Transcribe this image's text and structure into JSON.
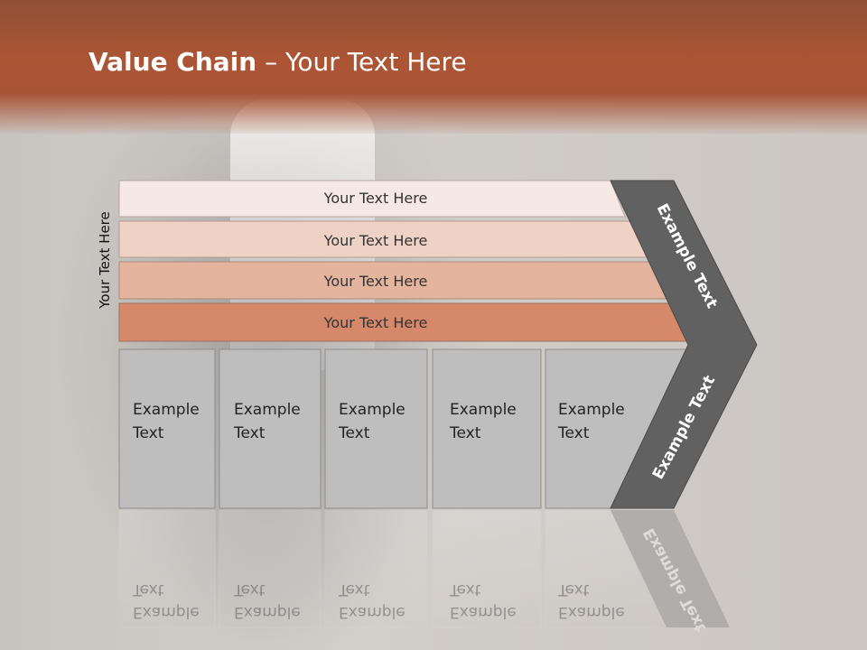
{
  "slide": {
    "title_bold": "Value Chain",
    "title_rest": " – Your Text Here",
    "side_label": "Your Text Here"
  },
  "bars": [
    {
      "label": "Your Text Here",
      "color": "#f6e8e4"
    },
    {
      "label": "Your Text Here",
      "color": "#efd2c6"
    },
    {
      "label": "Your Text Here",
      "color": "#e5b49f"
    },
    {
      "label": "Your Text Here",
      "color": "#d6896a"
    }
  ],
  "boxes": [
    {
      "line1": "Example",
      "line2": "Text"
    },
    {
      "line1": "Example",
      "line2": "Text"
    },
    {
      "line1": "Example",
      "line2": "Text"
    },
    {
      "line1": "Example",
      "line2": "Text"
    },
    {
      "line1": "Example",
      "line2": "Text"
    }
  ],
  "arrow": {
    "upper_label": "Example Text",
    "lower_label": "Example Text",
    "color": "#616161"
  },
  "colors": {
    "header": "#a85537",
    "box_fill": "#bebebe"
  }
}
